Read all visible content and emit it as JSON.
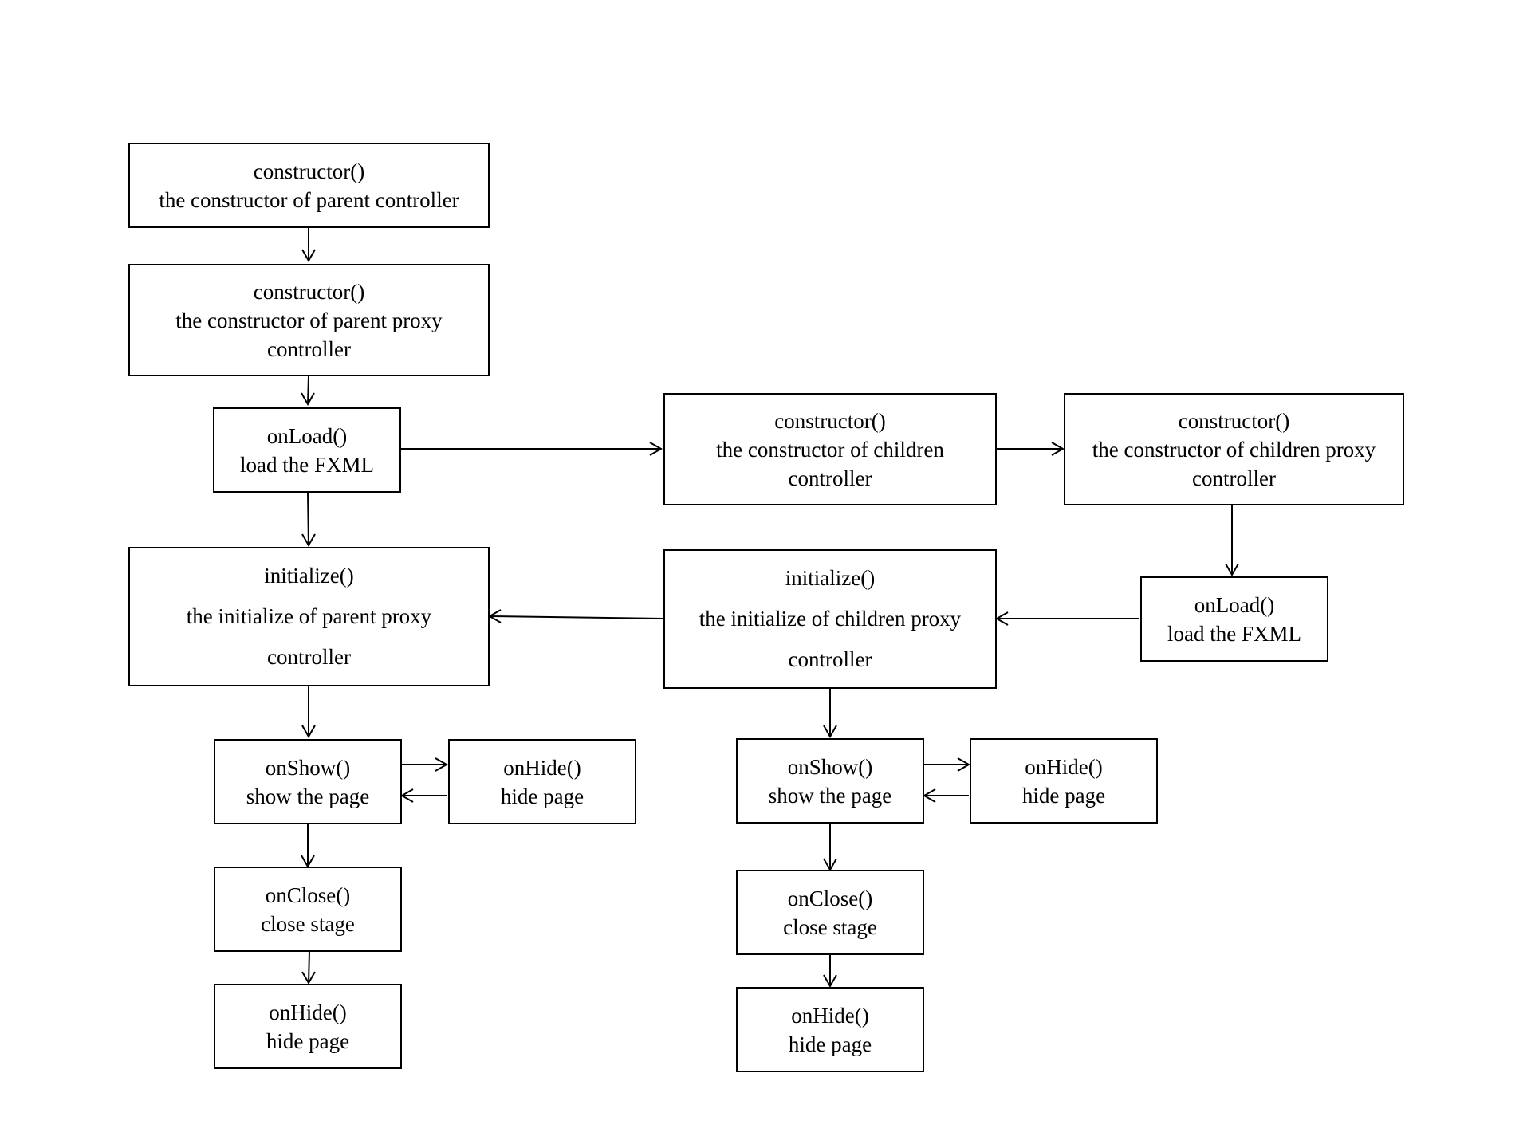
{
  "nodes": {
    "parent_constructor": {
      "lines": [
        "constructor()",
        "the constructor of parent controller"
      ]
    },
    "parent_proxy_constructor": {
      "lines": [
        "constructor()",
        "the constructor of parent proxy",
        "controller"
      ]
    },
    "parent_onload": {
      "lines": [
        "onLoad()",
        "load the FXML"
      ]
    },
    "parent_initialize": {
      "lines": [
        "initialize()",
        "the initialize of parent proxy",
        "controller"
      ]
    },
    "parent_onshow": {
      "lines": [
        "onShow()",
        "show the page"
      ]
    },
    "parent_onhide_side": {
      "lines": [
        "onHide()",
        "hide page"
      ]
    },
    "parent_onclose": {
      "lines": [
        "onClose()",
        "close stage"
      ]
    },
    "parent_onhide": {
      "lines": [
        "onHide()",
        "hide page"
      ]
    },
    "children_constructor": {
      "lines": [
        "constructor()",
        "the constructor of children",
        "controller"
      ]
    },
    "children_proxy_constructor": {
      "lines": [
        "constructor()",
        "the constructor of children proxy",
        "controller"
      ]
    },
    "children_onload": {
      "lines": [
        "onLoad()",
        "load the FXML"
      ]
    },
    "children_initialize": {
      "lines": [
        "initialize()",
        "the initialize of children proxy",
        "controller"
      ]
    },
    "children_onshow": {
      "lines": [
        "onShow()",
        "show the page"
      ]
    },
    "children_onhide_side": {
      "lines": [
        "onHide()",
        "hide page"
      ]
    },
    "children_onclose": {
      "lines": [
        "onClose()",
        "close stage"
      ]
    },
    "children_onhide": {
      "lines": [
        "onHide()",
        "hide page"
      ]
    }
  },
  "edges": [
    {
      "from": "parent_constructor",
      "to": "parent_proxy_constructor"
    },
    {
      "from": "parent_proxy_constructor",
      "to": "parent_onload"
    },
    {
      "from": "parent_onload",
      "to": "children_constructor"
    },
    {
      "from": "children_constructor",
      "to": "children_proxy_constructor"
    },
    {
      "from": "children_proxy_constructor",
      "to": "children_onload"
    },
    {
      "from": "children_onload",
      "to": "children_initialize"
    },
    {
      "from": "children_initialize",
      "to": "parent_initialize"
    },
    {
      "from": "parent_onload",
      "to": "parent_initialize"
    },
    {
      "from": "parent_initialize",
      "to": "parent_onshow"
    },
    {
      "from": "parent_onshow",
      "to": "parent_onhide_side"
    },
    {
      "from": "parent_onhide_side",
      "to": "parent_onshow"
    },
    {
      "from": "parent_onshow",
      "to": "parent_onclose"
    },
    {
      "from": "parent_onclose",
      "to": "parent_onhide"
    },
    {
      "from": "children_initialize",
      "to": "children_onshow"
    },
    {
      "from": "children_onshow",
      "to": "children_onhide_side"
    },
    {
      "from": "children_onhide_side",
      "to": "children_onshow"
    },
    {
      "from": "children_onshow",
      "to": "children_onclose"
    },
    {
      "from": "children_onclose",
      "to": "children_onhide"
    }
  ]
}
